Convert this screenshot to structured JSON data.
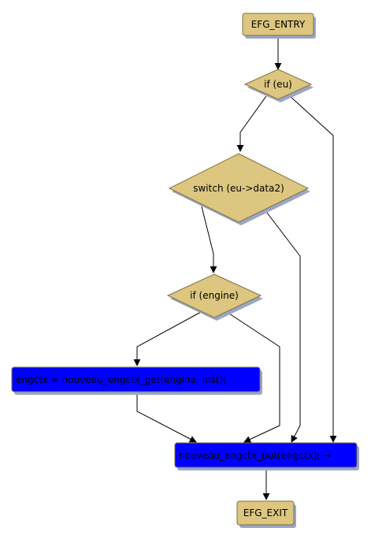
{
  "colors": {
    "terminal_fill": "#dcc680",
    "decision_fill": "#dcc680",
    "statement_fill": "#0000ff",
    "outline": "#7f6f3f",
    "shadow": "#9aa6c8",
    "edge": "#000000"
  },
  "nodes": {
    "entry": "EFG_ENTRY",
    "if_eu": "if (eu)",
    "switch": "switch (eu->data2)",
    "if_engine": "if (engine)",
    "stmt_get": "engctx = nouveau_engctx_get(engine, inst);",
    "stmt_put": "nouveau_engctx_put(engctx); →",
    "exit": "EFG_EXIT"
  }
}
